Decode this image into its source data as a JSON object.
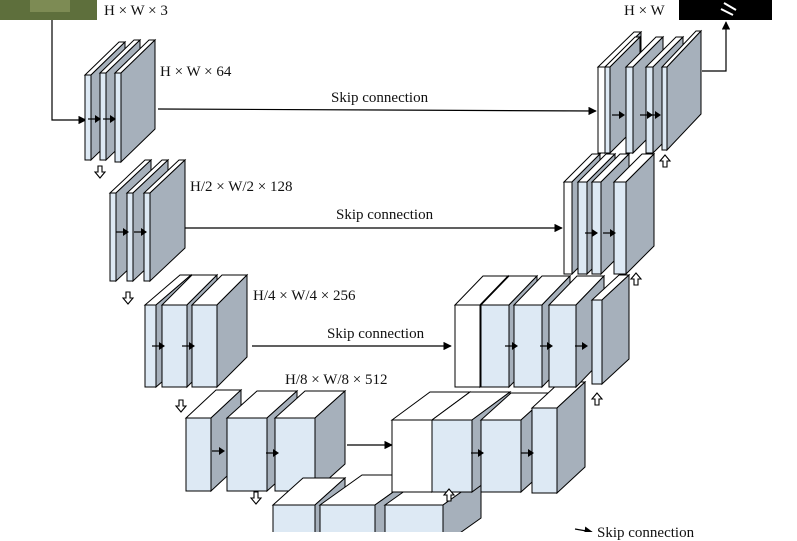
{
  "labels": {
    "input_size": "H × W × 3",
    "output_size": "H × W",
    "level1": "H × W × 64",
    "level2": "H/2 × W/2 × 128",
    "level3": "H/4 × W/4 × 256",
    "level4": "H/8 × W/8 × 512",
    "skip1": "Skip connection",
    "skip2": "Skip connection",
    "skip3": "Skip connection",
    "legend_partial": "Skip connection"
  },
  "colors": {
    "block_front": "#dde9f4",
    "block_top": "#ffffff",
    "block_side": "#a6b0bb",
    "stroke": "#000000",
    "input_image": "#5e6f3c",
    "output_image": "#000000"
  },
  "icons": {
    "downsample": "hollow-down-arrow-icon",
    "upsample": "hollow-up-arrow-icon",
    "conv": "black-right-arrow-icon"
  }
}
